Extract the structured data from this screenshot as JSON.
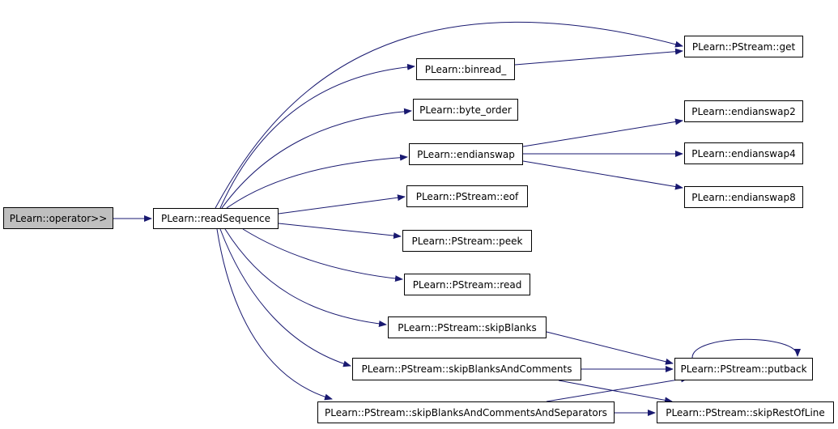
{
  "colors": {
    "edge": "#191970",
    "root_fill": "#bfbfbf",
    "node_fill": "#ffffff",
    "border": "#000000"
  },
  "nodes": {
    "operator": "PLearn::operator>>",
    "readSequence": "PLearn::readSequence",
    "get": "PLearn::PStream::get",
    "binread": "PLearn::binread_",
    "byte_order": "PLearn::byte_order",
    "endianswap": "PLearn::endianswap",
    "endianswap2": "PLearn::endianswap2",
    "endianswap4": "PLearn::endianswap4",
    "endianswap8": "PLearn::endianswap8",
    "eof": "PLearn::PStream::eof",
    "peek": "PLearn::PStream::peek",
    "read": "PLearn::PStream::read",
    "skipBlanks": "PLearn::PStream::skipBlanks",
    "skipBlanksAndComments": "PLearn::PStream::skipBlanksAndComments",
    "skipBlanksAndCommentsAndSeparators": "PLearn::PStream::skipBlanksAndCommentsAndSeparators",
    "putback": "PLearn::PStream::putback",
    "skipRestOfLine": "PLearn::PStream::skipRestOfLine"
  },
  "edges": [
    [
      "operator",
      "readSequence"
    ],
    [
      "readSequence",
      "get"
    ],
    [
      "readSequence",
      "binread"
    ],
    [
      "readSequence",
      "byte_order"
    ],
    [
      "readSequence",
      "endianswap"
    ],
    [
      "readSequence",
      "eof"
    ],
    [
      "readSequence",
      "peek"
    ],
    [
      "readSequence",
      "read"
    ],
    [
      "readSequence",
      "skipBlanks"
    ],
    [
      "readSequence",
      "skipBlanksAndComments"
    ],
    [
      "readSequence",
      "skipBlanksAndCommentsAndSeparators"
    ],
    [
      "binread",
      "get"
    ],
    [
      "endianswap",
      "endianswap2"
    ],
    [
      "endianswap",
      "endianswap4"
    ],
    [
      "endianswap",
      "endianswap8"
    ],
    [
      "skipBlanks",
      "putback"
    ],
    [
      "skipBlanksAndComments",
      "putback"
    ],
    [
      "skipBlanksAndComments",
      "skipRestOfLine"
    ],
    [
      "skipBlanksAndCommentsAndSeparators",
      "putback"
    ],
    [
      "skipBlanksAndCommentsAndSeparators",
      "skipRestOfLine"
    ],
    [
      "putback",
      "putback"
    ]
  ]
}
